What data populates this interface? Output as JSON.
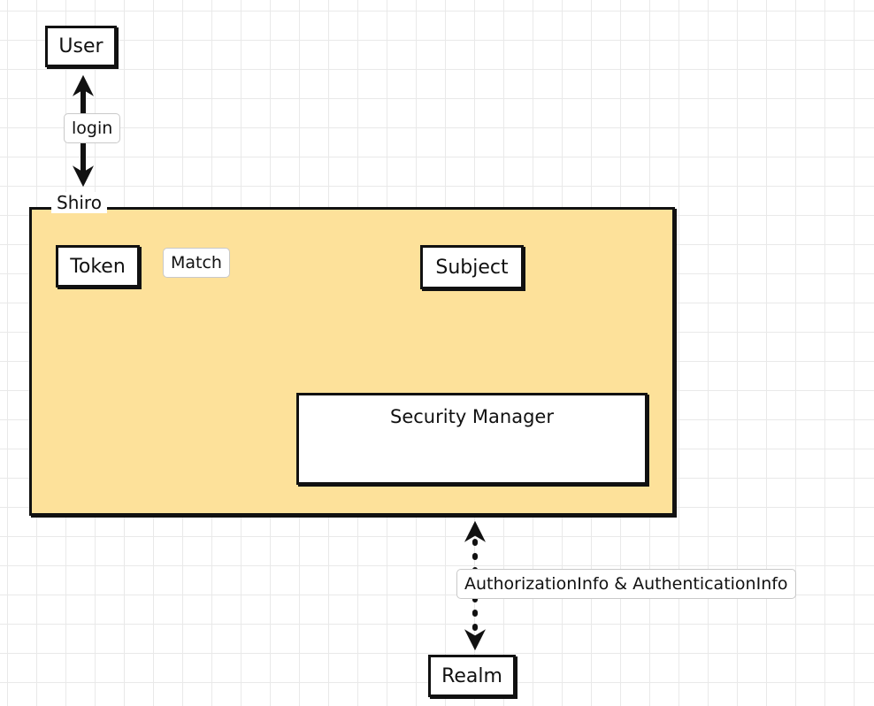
{
  "nodes": {
    "user": "User",
    "token": "Token",
    "subject": "Subject",
    "security_manager": "Security Manager",
    "realm": "Realm"
  },
  "group": {
    "title": "Shiro",
    "fill": "#fde19a"
  },
  "edges": {
    "user_shiro": {
      "label": "login",
      "style": "solid",
      "direction": "both"
    },
    "token_subject": {
      "label": "Match",
      "style": "dashed",
      "direction": "forward"
    },
    "subject_security_manager": {
      "label": "",
      "style": "dotted",
      "direction": "both"
    },
    "shiro_realm": {
      "label": "AuthorizationInfo & AuthenticationInfo",
      "style": "dotted",
      "direction": "both"
    }
  },
  "colors": {
    "stroke": "#111111",
    "grid": "#e9e9e9",
    "box_fill": "#ffffff"
  }
}
